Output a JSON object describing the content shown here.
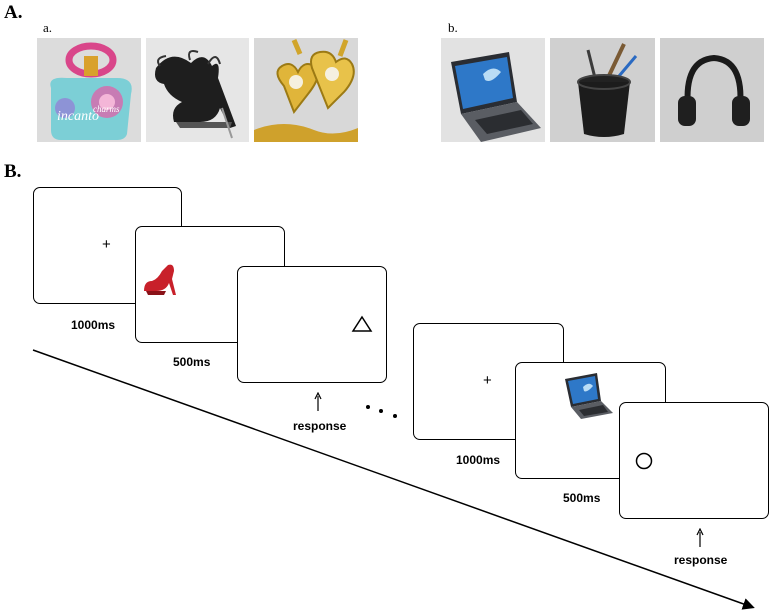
{
  "section_a": {
    "label": "A.",
    "panel_a_label": "a.",
    "panel_b_label": "b.",
    "perfume_text": "incanto",
    "perfume_sub": "charms"
  },
  "section_b": {
    "label": "B.",
    "trial1": {
      "fixation": "+",
      "fixation_duration": "1000ms",
      "image_duration": "500ms",
      "response_label": "response"
    },
    "trial2": {
      "fixation": "+",
      "fixation_duration": "1000ms",
      "image_duration": "500ms",
      "response_label": "response"
    }
  }
}
